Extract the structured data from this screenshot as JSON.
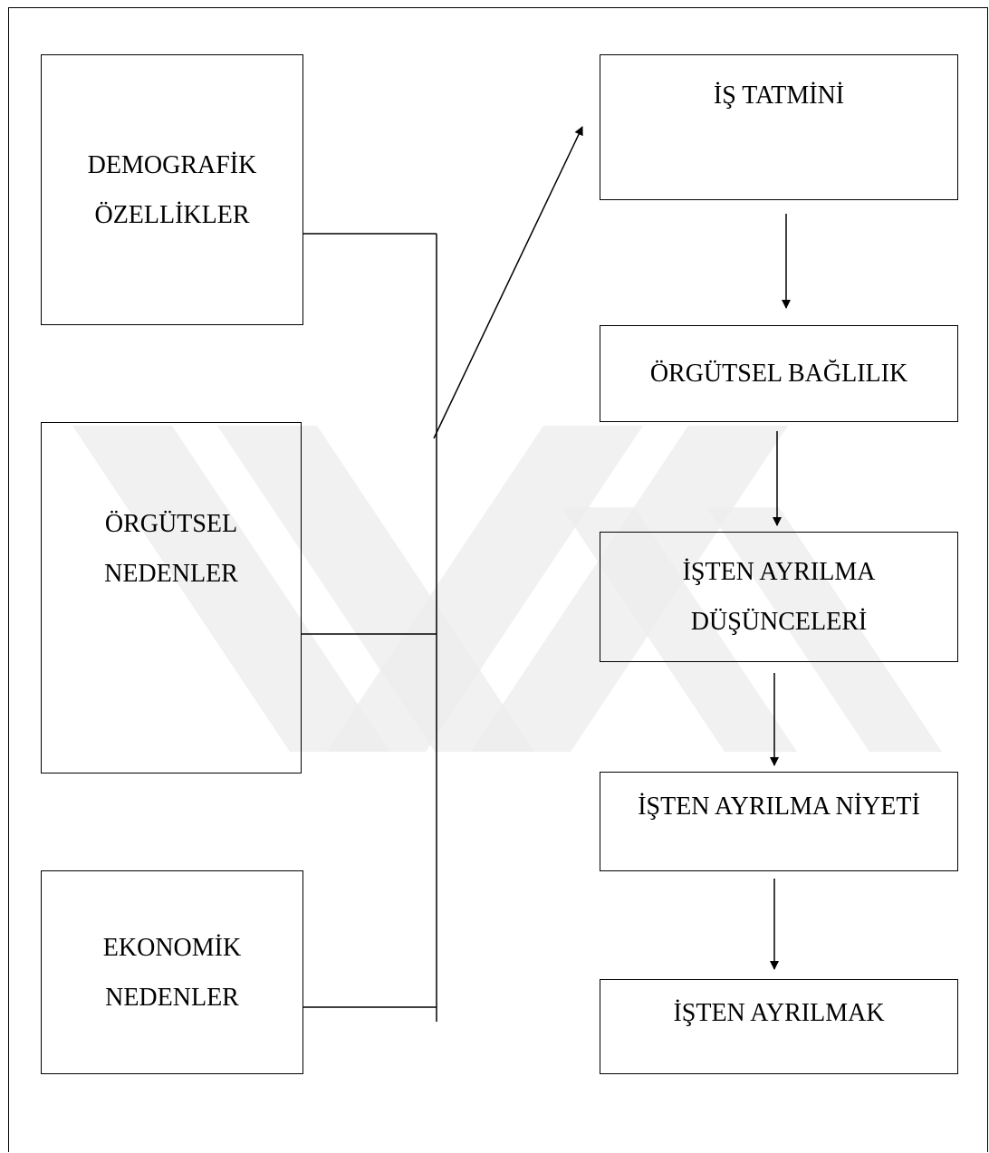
{
  "diagram": {
    "causes": [
      {
        "lines": [
          "DEMOGRAFİK",
          "ÖZELLİKLER"
        ]
      },
      {
        "lines": [
          "ÖRGÜTSEL",
          "NEDENLER"
        ]
      },
      {
        "lines": [
          "EKONOMİK",
          "NEDENLER"
        ]
      }
    ],
    "stages": [
      {
        "lines": [
          "İŞ TATMİNİ"
        ]
      },
      {
        "lines": [
          "ÖRGÜTSEL BAĞLILIK"
        ]
      },
      {
        "lines": [
          "İŞTEN AYRILMA",
          "DÜŞÜNCELERİ"
        ]
      },
      {
        "lines": [
          "İŞTEN AYRILMA NİYETİ"
        ]
      },
      {
        "lines": [
          "İŞTEN AYRILMAK"
        ]
      }
    ]
  },
  "colors": {
    "line": "#000000",
    "watermark": "#ececec",
    "background": "#ffffff"
  }
}
